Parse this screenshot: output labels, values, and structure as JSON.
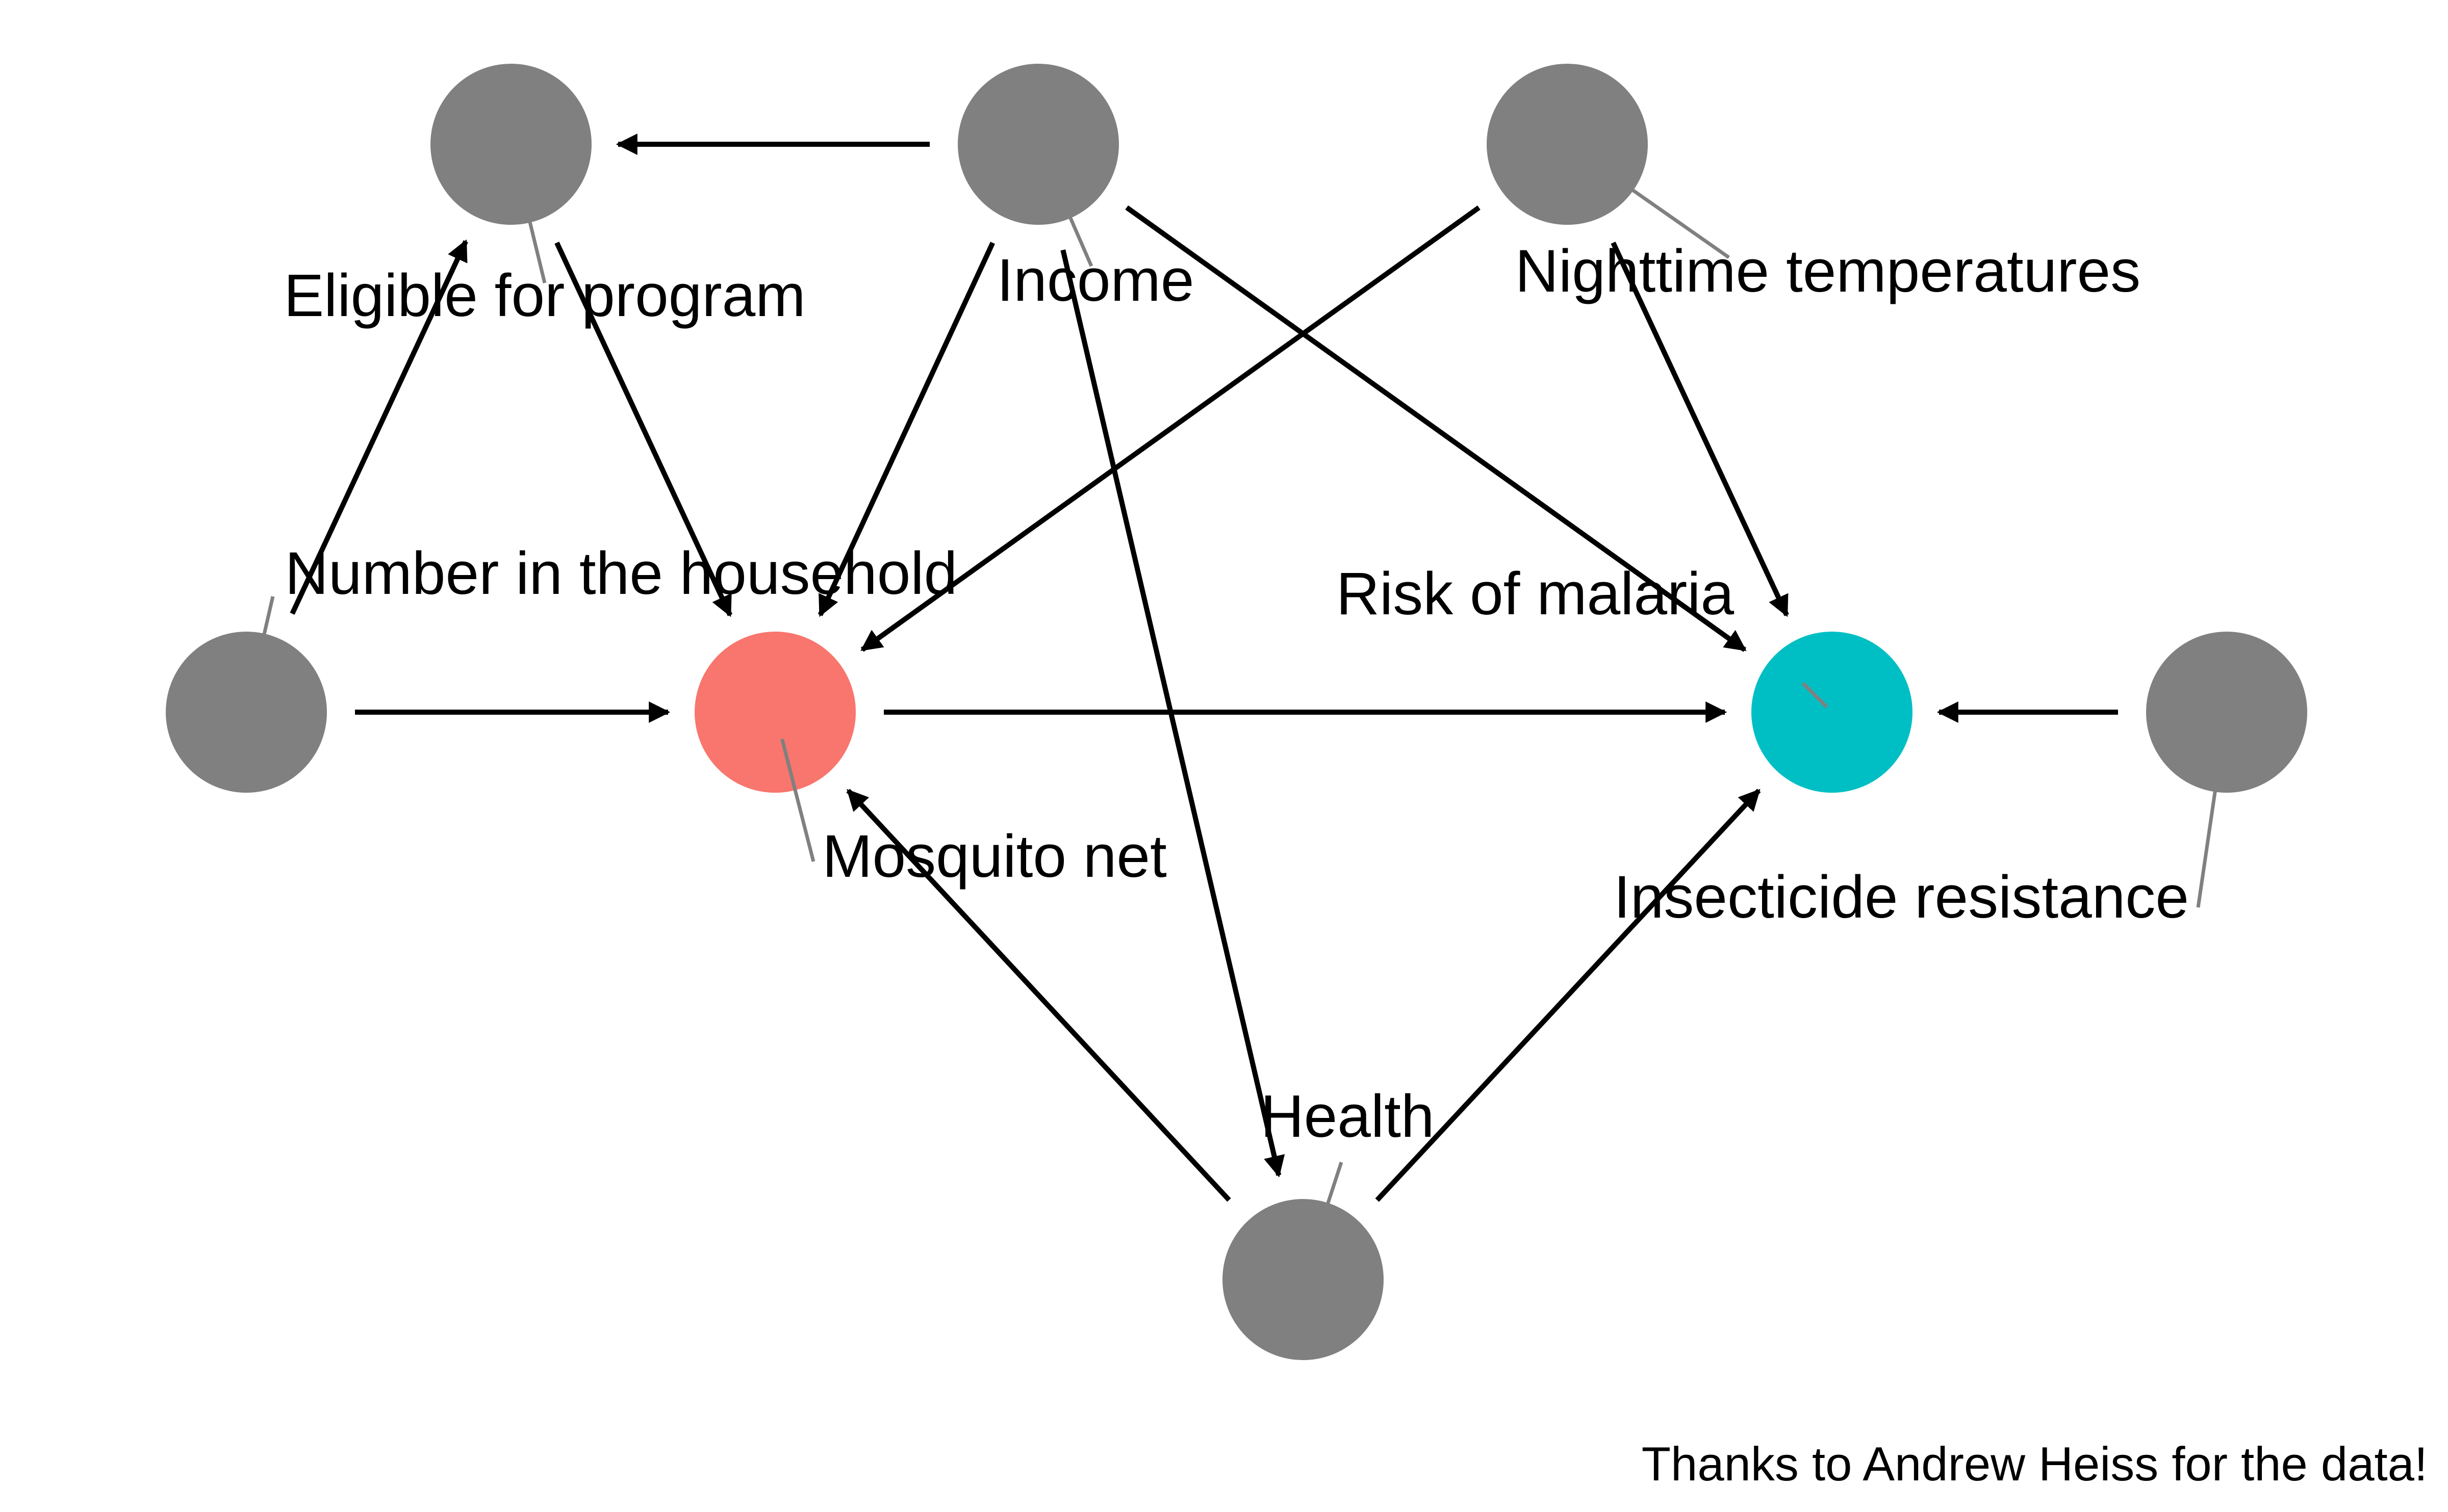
{
  "diagram": {
    "type": "dag",
    "caption": "Thanks to Andrew Heiss for the data!",
    "colors": {
      "exposure": "#F8766D",
      "outcome": "#00BFC4",
      "other": "#808080",
      "edge": "#000000",
      "leader": "#808080"
    },
    "nodes": [
      {
        "id": "eligible",
        "label": "Eligible for program",
        "role": "other"
      },
      {
        "id": "income",
        "label": "Income",
        "role": "other"
      },
      {
        "id": "temperature",
        "label": "Nighttime temperatures",
        "role": "other"
      },
      {
        "id": "household",
        "label": "Number in the household",
        "role": "other"
      },
      {
        "id": "net",
        "label": "Mosquito net",
        "role": "exposure"
      },
      {
        "id": "malaria",
        "label": "Risk of malaria",
        "role": "outcome"
      },
      {
        "id": "resistance",
        "label": "Insecticide resistance",
        "role": "other"
      },
      {
        "id": "health",
        "label": "Health",
        "role": "other"
      }
    ],
    "edges": [
      {
        "from": "income",
        "to": "eligible"
      },
      {
        "from": "income",
        "to": "net"
      },
      {
        "from": "income",
        "to": "malaria"
      },
      {
        "from": "income",
        "to": "health"
      },
      {
        "from": "temperature",
        "to": "net"
      },
      {
        "from": "temperature",
        "to": "malaria"
      },
      {
        "from": "household",
        "to": "eligible"
      },
      {
        "from": "household",
        "to": "net"
      },
      {
        "from": "eligible",
        "to": "net"
      },
      {
        "from": "net",
        "to": "malaria"
      },
      {
        "from": "resistance",
        "to": "malaria"
      },
      {
        "from": "health",
        "to": "net"
      },
      {
        "from": "health",
        "to": "malaria"
      }
    ]
  }
}
